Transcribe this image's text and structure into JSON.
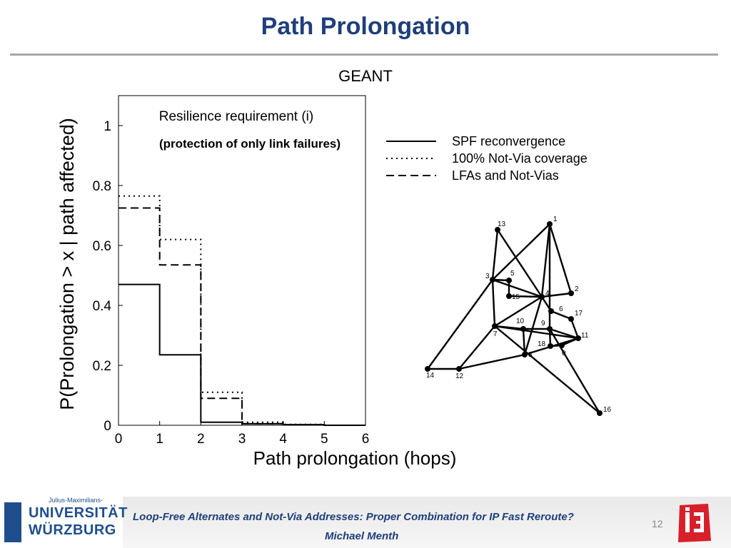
{
  "slide": {
    "title": "Path Prolongation",
    "subtitle": "GEANT"
  },
  "chart_data": {
    "type": "line",
    "title": "",
    "xlabel": "Path prolongation (hops)",
    "ylabel": "P(Prolongation > x | path affected)",
    "xlim": [
      0,
      6
    ],
    "ylim": [
      0,
      1.1
    ],
    "xticks": [
      "0",
      "1",
      "2",
      "3",
      "4",
      "5",
      "6"
    ],
    "yticks": [
      "0",
      "0.2",
      "0.4",
      "0.6",
      "0.8",
      "1"
    ],
    "annotation_line1": "Resilience requirement (i)",
    "annotation_line2": "(protection of only link failures)",
    "series": [
      {
        "name": "SPF reconvergence",
        "style": "solid",
        "x": [
          0,
          1,
          2,
          3,
          4,
          5,
          6
        ],
        "values": [
          0.47,
          0.235,
          0.01,
          0.005,
          0.002,
          0.0,
          0.0
        ]
      },
      {
        "name": "100% Not-Via coverage",
        "style": "dotted",
        "x": [
          0,
          1,
          2,
          3,
          4,
          5,
          6
        ],
        "values": [
          0.765,
          0.62,
          0.11,
          0.01,
          0.003,
          0.0,
          0.0
        ]
      },
      {
        "name": "LFAs and Not-Vias",
        "style": "dashed",
        "x": [
          0,
          1,
          2,
          3,
          4,
          5,
          6
        ],
        "values": [
          0.725,
          0.535,
          0.09,
          0.005,
          0.002,
          0.0,
          0.0
        ]
      }
    ]
  },
  "network": {
    "nodes": [
      "13",
      "1",
      "3",
      "5",
      "15",
      "4",
      "2",
      "6",
      "17",
      "10",
      "9",
      "7",
      "11",
      "18",
      "0",
      "8",
      "14",
      "12",
      "16"
    ]
  },
  "footer": {
    "university_small": "Julius-Maximilians-",
    "university_line1": "UNIVERSITÄT",
    "university_line2": "WÜRZBURG",
    "talk_title": "Loop-Free Alternates and Not-Via Addresses: Proper Combination for IP Fast Reroute?",
    "author": "Michael Menth",
    "page_number": "12"
  }
}
